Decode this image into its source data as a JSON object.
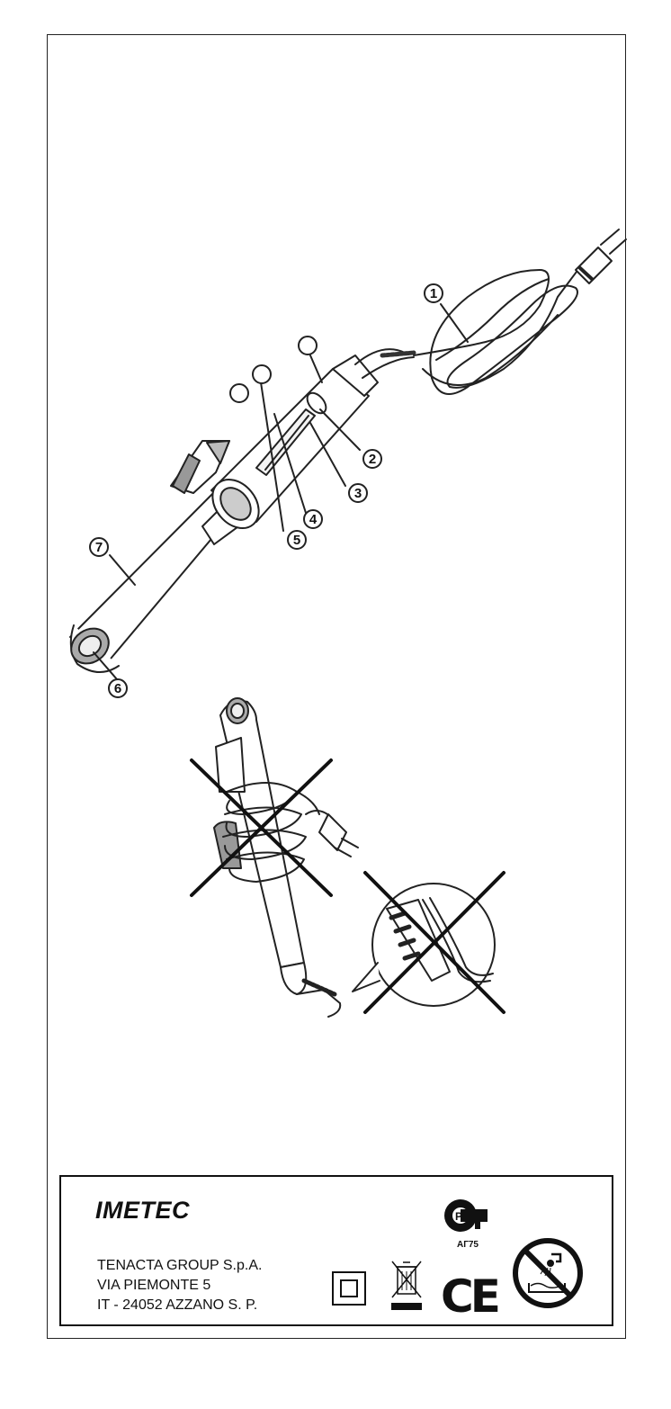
{
  "callouts": [
    "1",
    "2",
    "3",
    "4",
    "5",
    "6",
    "7"
  ],
  "footer": {
    "brand": "IMETEC",
    "company_lines": [
      "TENACTA GROUP S.p.A.",
      "VIA PIEMONTE 5",
      "IT - 24052 AZZANO S. P."
    ],
    "certification_code": "АГ75",
    "ce_mark": "CE"
  }
}
